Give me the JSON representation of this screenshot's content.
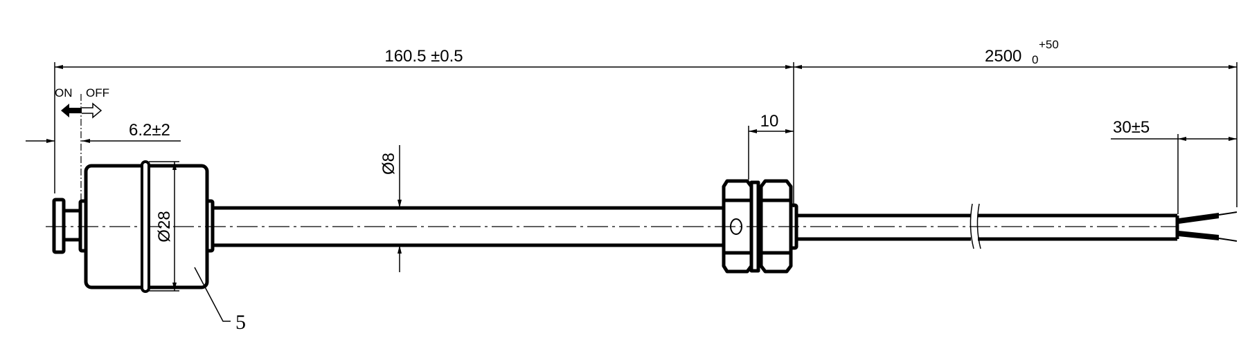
{
  "drawing": {
    "overall_length": "160.5 ±0.5",
    "cable_length": "2500",
    "cable_tol_upper": "+50",
    "cable_tol_lower": "0",
    "switch_on": "ON",
    "switch_off": "OFF",
    "stroke_dim": "6.2±2",
    "float_diameter": "Ø28",
    "rod_diameter": "Ø8",
    "thread_length": "10",
    "strip_length": "30±5",
    "float_callout": "5"
  },
  "colors": {
    "line": "#000000",
    "background": "#ffffff"
  }
}
